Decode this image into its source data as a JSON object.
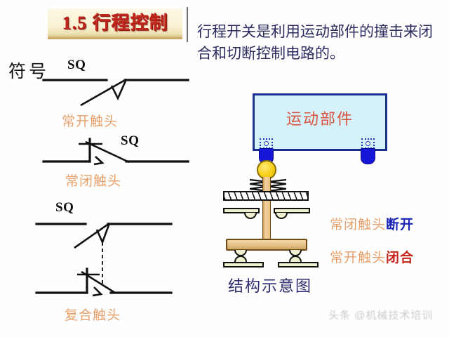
{
  "title": {
    "number": "1.5",
    "text": "行程控制",
    "full": "1.5  行程控制",
    "accent_color": "#c0261c",
    "box_color": "#f9f2d4"
  },
  "intro": {
    "paragraph": "行程开关是利用运动部件的撞击来闭合和切断控制电路的。",
    "color": "#2b2b5e"
  },
  "symbols_section": {
    "heading": "符号",
    "items": [
      {
        "designator": "SQ",
        "caption": "常开触头",
        "kind": "normally-open-contact"
      },
      {
        "designator": "SQ",
        "caption": "常闭触头",
        "kind": "normally-closed-contact"
      },
      {
        "designator": "SQ",
        "caption": "复合触头",
        "kind": "compound-contact"
      }
    ],
    "caption_color": "#e8a06b"
  },
  "structure_diagram": {
    "moving_part_label": "运动部件",
    "moving_part_box_fill": "#d5f2fb",
    "moving_part_box_border": "#1b2f8f",
    "moving_part_text_color": "#d9543f",
    "caption": "结构示意图",
    "caption_color": "#2b2b6e",
    "annotations": [
      {
        "contact": "常闭触头",
        "state": "断开",
        "state_color": "#1b24b8"
      },
      {
        "contact": "常开触头",
        "state": "闭合",
        "state_color": "#c4241a"
      }
    ],
    "parts": {
      "cam_color": "#1616d8",
      "roller_color": "#f7cf17",
      "stem_color": "#e8c183",
      "contact_pad_color": "#eff0d0"
    }
  },
  "watermark": {
    "text": "头条 @机械技术培训"
  }
}
